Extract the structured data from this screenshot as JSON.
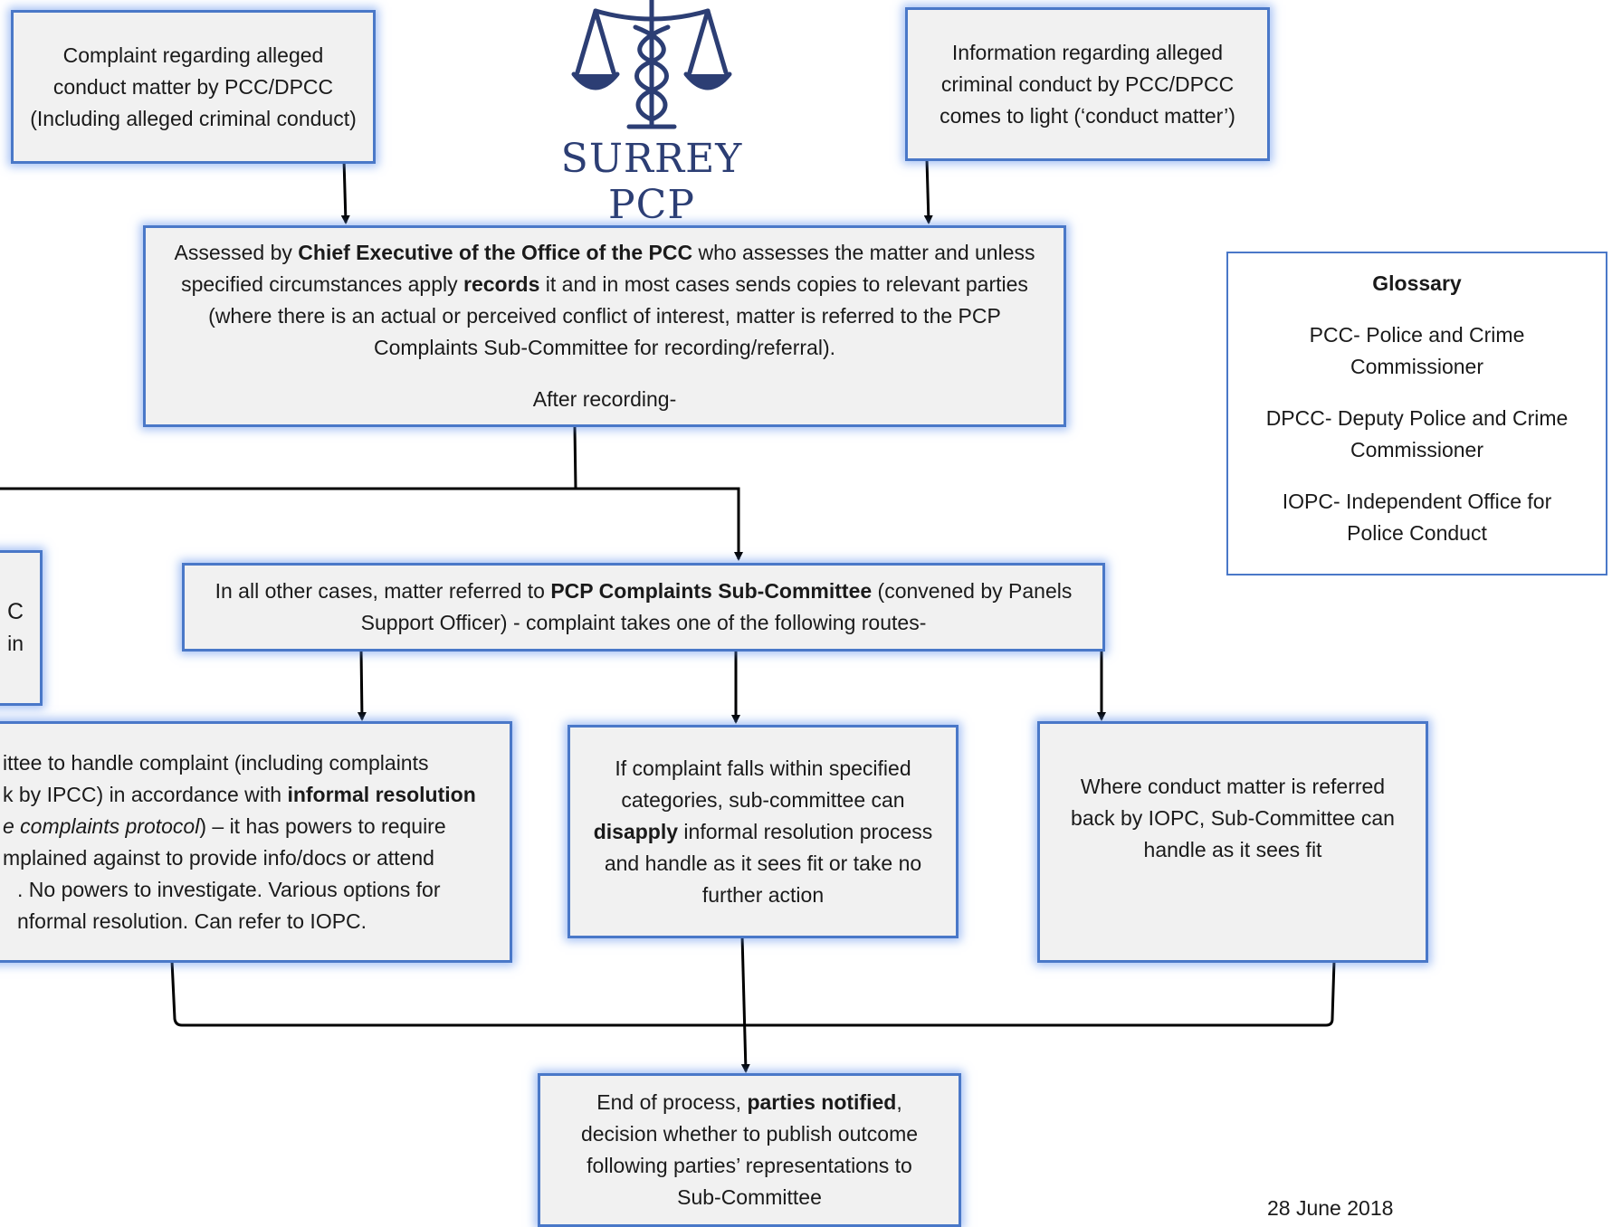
{
  "logo": {
    "text": "SURREY PCP",
    "icon": "scales-of-justice-caduceus-icon",
    "color": "#2c3e74"
  },
  "boxes": {
    "complaint": "Complaint regarding alleged conduct matter by PCC/DPCC (Including alleged criminal conduct)",
    "information": "Information regarding alleged criminal conduct by PCC/DPCC comes to light (‘conduct matter’)",
    "assessed": {
      "p1": "Assessed by ",
      "b1": "Chief Executive of the Office of the PCC",
      "p2": " who assesses the matter and unless specified circumstances apply ",
      "b2": "records",
      "p3": " it and in most cases sends copies to relevant parties (where there is an actual or perceived conflict of interest, matter is referred to the PCP Complaints Sub-Committee for recording/referral).",
      "after": "After recording-"
    },
    "left_partial": {
      "line1": "C",
      "line2": "in"
    },
    "other_cases": {
      "p1": "In all other cases, matter referred to ",
      "b1": "PCP Complaints Sub-Committee",
      "p2": " (convened by Panels Support Officer) - complaint takes one of the following routes-"
    },
    "informal": {
      "l1a": "ittee to handle complaint (including complaints",
      "l2a": "k by IPCC) in accordance with ",
      "l2b": "informal resolution",
      "l3a": "e complaints protocol",
      "l3b": ") – it has powers to require",
      "l4": "mplained against to provide info/docs or attend",
      "l5": ". No powers to investigate. Various options for",
      "l6": "nformal resolution. Can refer to IOPC."
    },
    "disapply": {
      "p1": "If complaint falls within specified categories, sub-committee can ",
      "b1": "disapply",
      "p2": " informal resolution process and handle as it sees fit or take no further action"
    },
    "iopc": "Where conduct matter is referred back by IOPC, Sub-Committee can handle as it sees fit",
    "end": {
      "p1": "End of process, ",
      "b1": "parties notified",
      "p2": ", decision whether to publish outcome following parties’ representations to Sub-Committee"
    }
  },
  "glossary": {
    "title": "Glossary",
    "items": [
      "PCC- Police and Crime Commissioner",
      "DPCC- Deputy Police and Crime Commissioner",
      "IOPC- Independent Office for Police Conduct"
    ]
  },
  "date": "28 June 2018",
  "colors": {
    "box_border": "#4a78c8",
    "box_fill": "#f1f1f1",
    "connector": "#000000"
  }
}
